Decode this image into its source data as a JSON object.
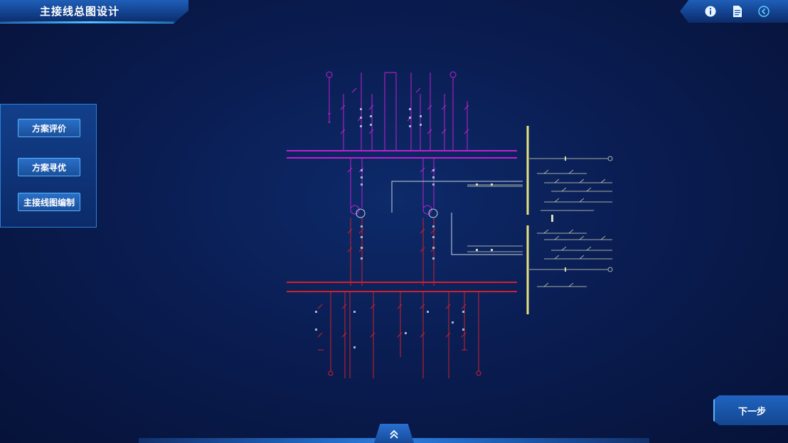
{
  "header": {
    "title": "主接线总图设计"
  },
  "toolbar": {
    "icons": [
      "info-icon",
      "document-icon",
      "back-icon"
    ]
  },
  "sidebar": {
    "items": [
      {
        "label": "方案评价"
      },
      {
        "label": "方案寻优"
      },
      {
        "label": "主接线图编制"
      }
    ]
  },
  "footer": {
    "next_label": "下一步",
    "expand_icon": "double-chevron-up-icon"
  },
  "colors": {
    "high_voltage": "#c020d0",
    "mid_voltage": "#d0202a",
    "low_voltage": "#e6e27a",
    "connector": "#c8d4e0",
    "accent": "#3aa0ff"
  }
}
